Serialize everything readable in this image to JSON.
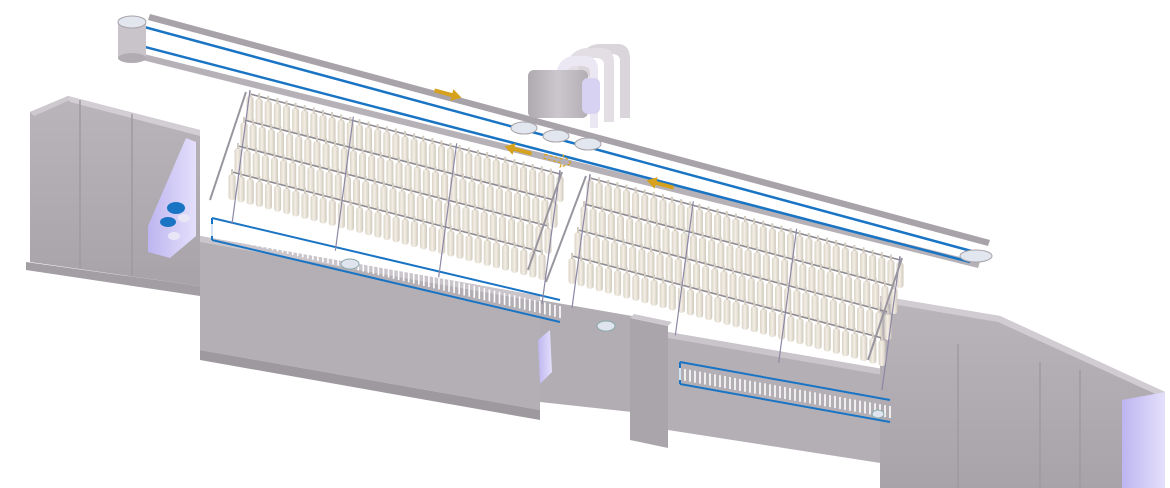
{
  "colors": {
    "frame_top": "#c9c5cb",
    "frame_side": "#b0acb2",
    "frame_dark": "#9d999f",
    "panel_accent": "#c8c2ee",
    "belt": "#1a74c4",
    "bobbin": "#ece6da",
    "bobbin_shade": "#d2cbbf",
    "arrow": "#d6a21e",
    "rail": "#8f8b93",
    "pulley": "#dfe4ee"
  },
  "icons": {
    "direction_arrow": "arrow-icon",
    "reverse_arrow": "dashed-arrow-icon",
    "motor": "motor-unit-icon"
  },
  "arrows": [
    {
      "id": "top-belt-arrow",
      "direction": "right"
    },
    {
      "id": "center-left-arrow",
      "direction": "left"
    },
    {
      "id": "center-dashed-arrow",
      "direction": "right",
      "style": "dashed"
    },
    {
      "id": "right-belt-arrow",
      "direction": "left"
    }
  ]
}
